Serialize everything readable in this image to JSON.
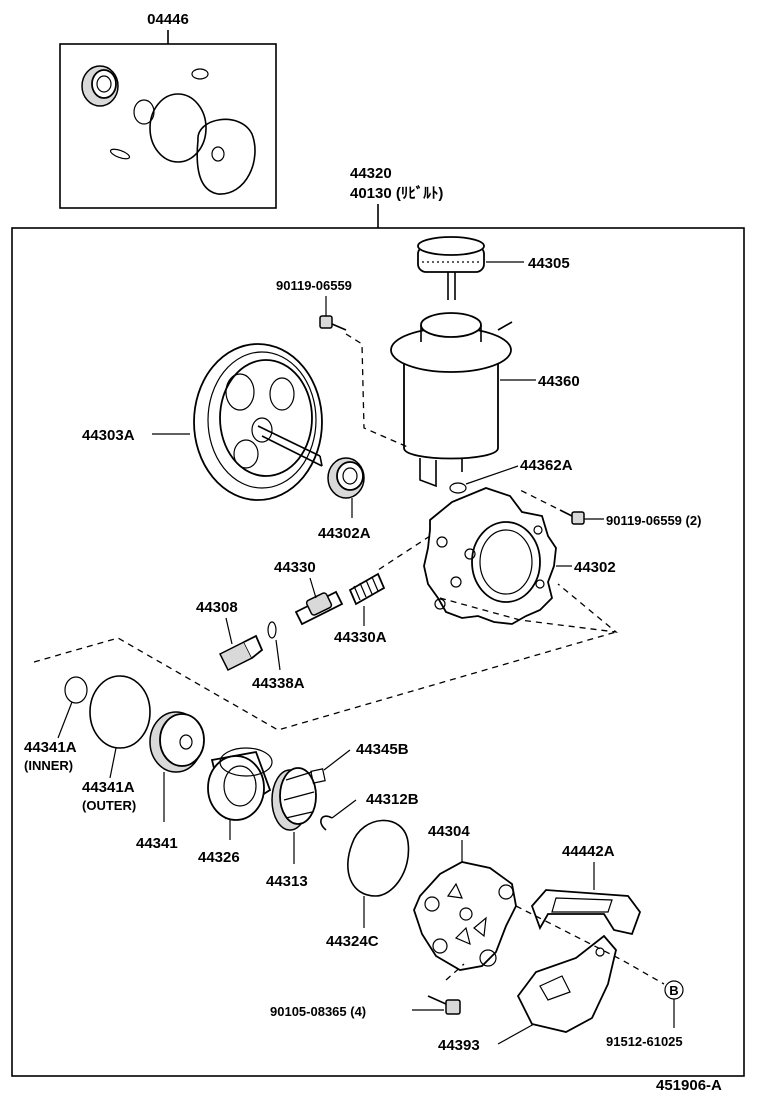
{
  "diagram_id": "451906-A",
  "kit": {
    "code": "04446"
  },
  "assembly": {
    "number": "44320",
    "rebuilt_label": "40130 (ﾘﾋﾞﾙﾄ)"
  },
  "labels": {
    "p44305": "44305",
    "p90119_top": "90119-06559",
    "p44360": "44360",
    "p44303A": "44303A",
    "p44362A": "44362A",
    "p44302A": "44302A",
    "p90119_right": "90119-06559 (2)",
    "p44330": "44330",
    "p44302": "44302",
    "p44308": "44308",
    "p44330A": "44330A",
    "p44338A": "44338A",
    "p44341A_inner": "44341A",
    "inner_note": "(INNER)",
    "p44345B": "44345B",
    "p44341A_outer": "44341A",
    "outer_note": "(OUTER)",
    "p44312B": "44312B",
    "p44341": "44341",
    "p44326": "44326",
    "p44304": "44304",
    "p44442A": "44442A",
    "p44313": "44313",
    "p44324C": "44324C",
    "p90105": "90105-08365 (4)",
    "p91512": "91512-61025",
    "p44393": "44393",
    "ref_b": "B"
  }
}
